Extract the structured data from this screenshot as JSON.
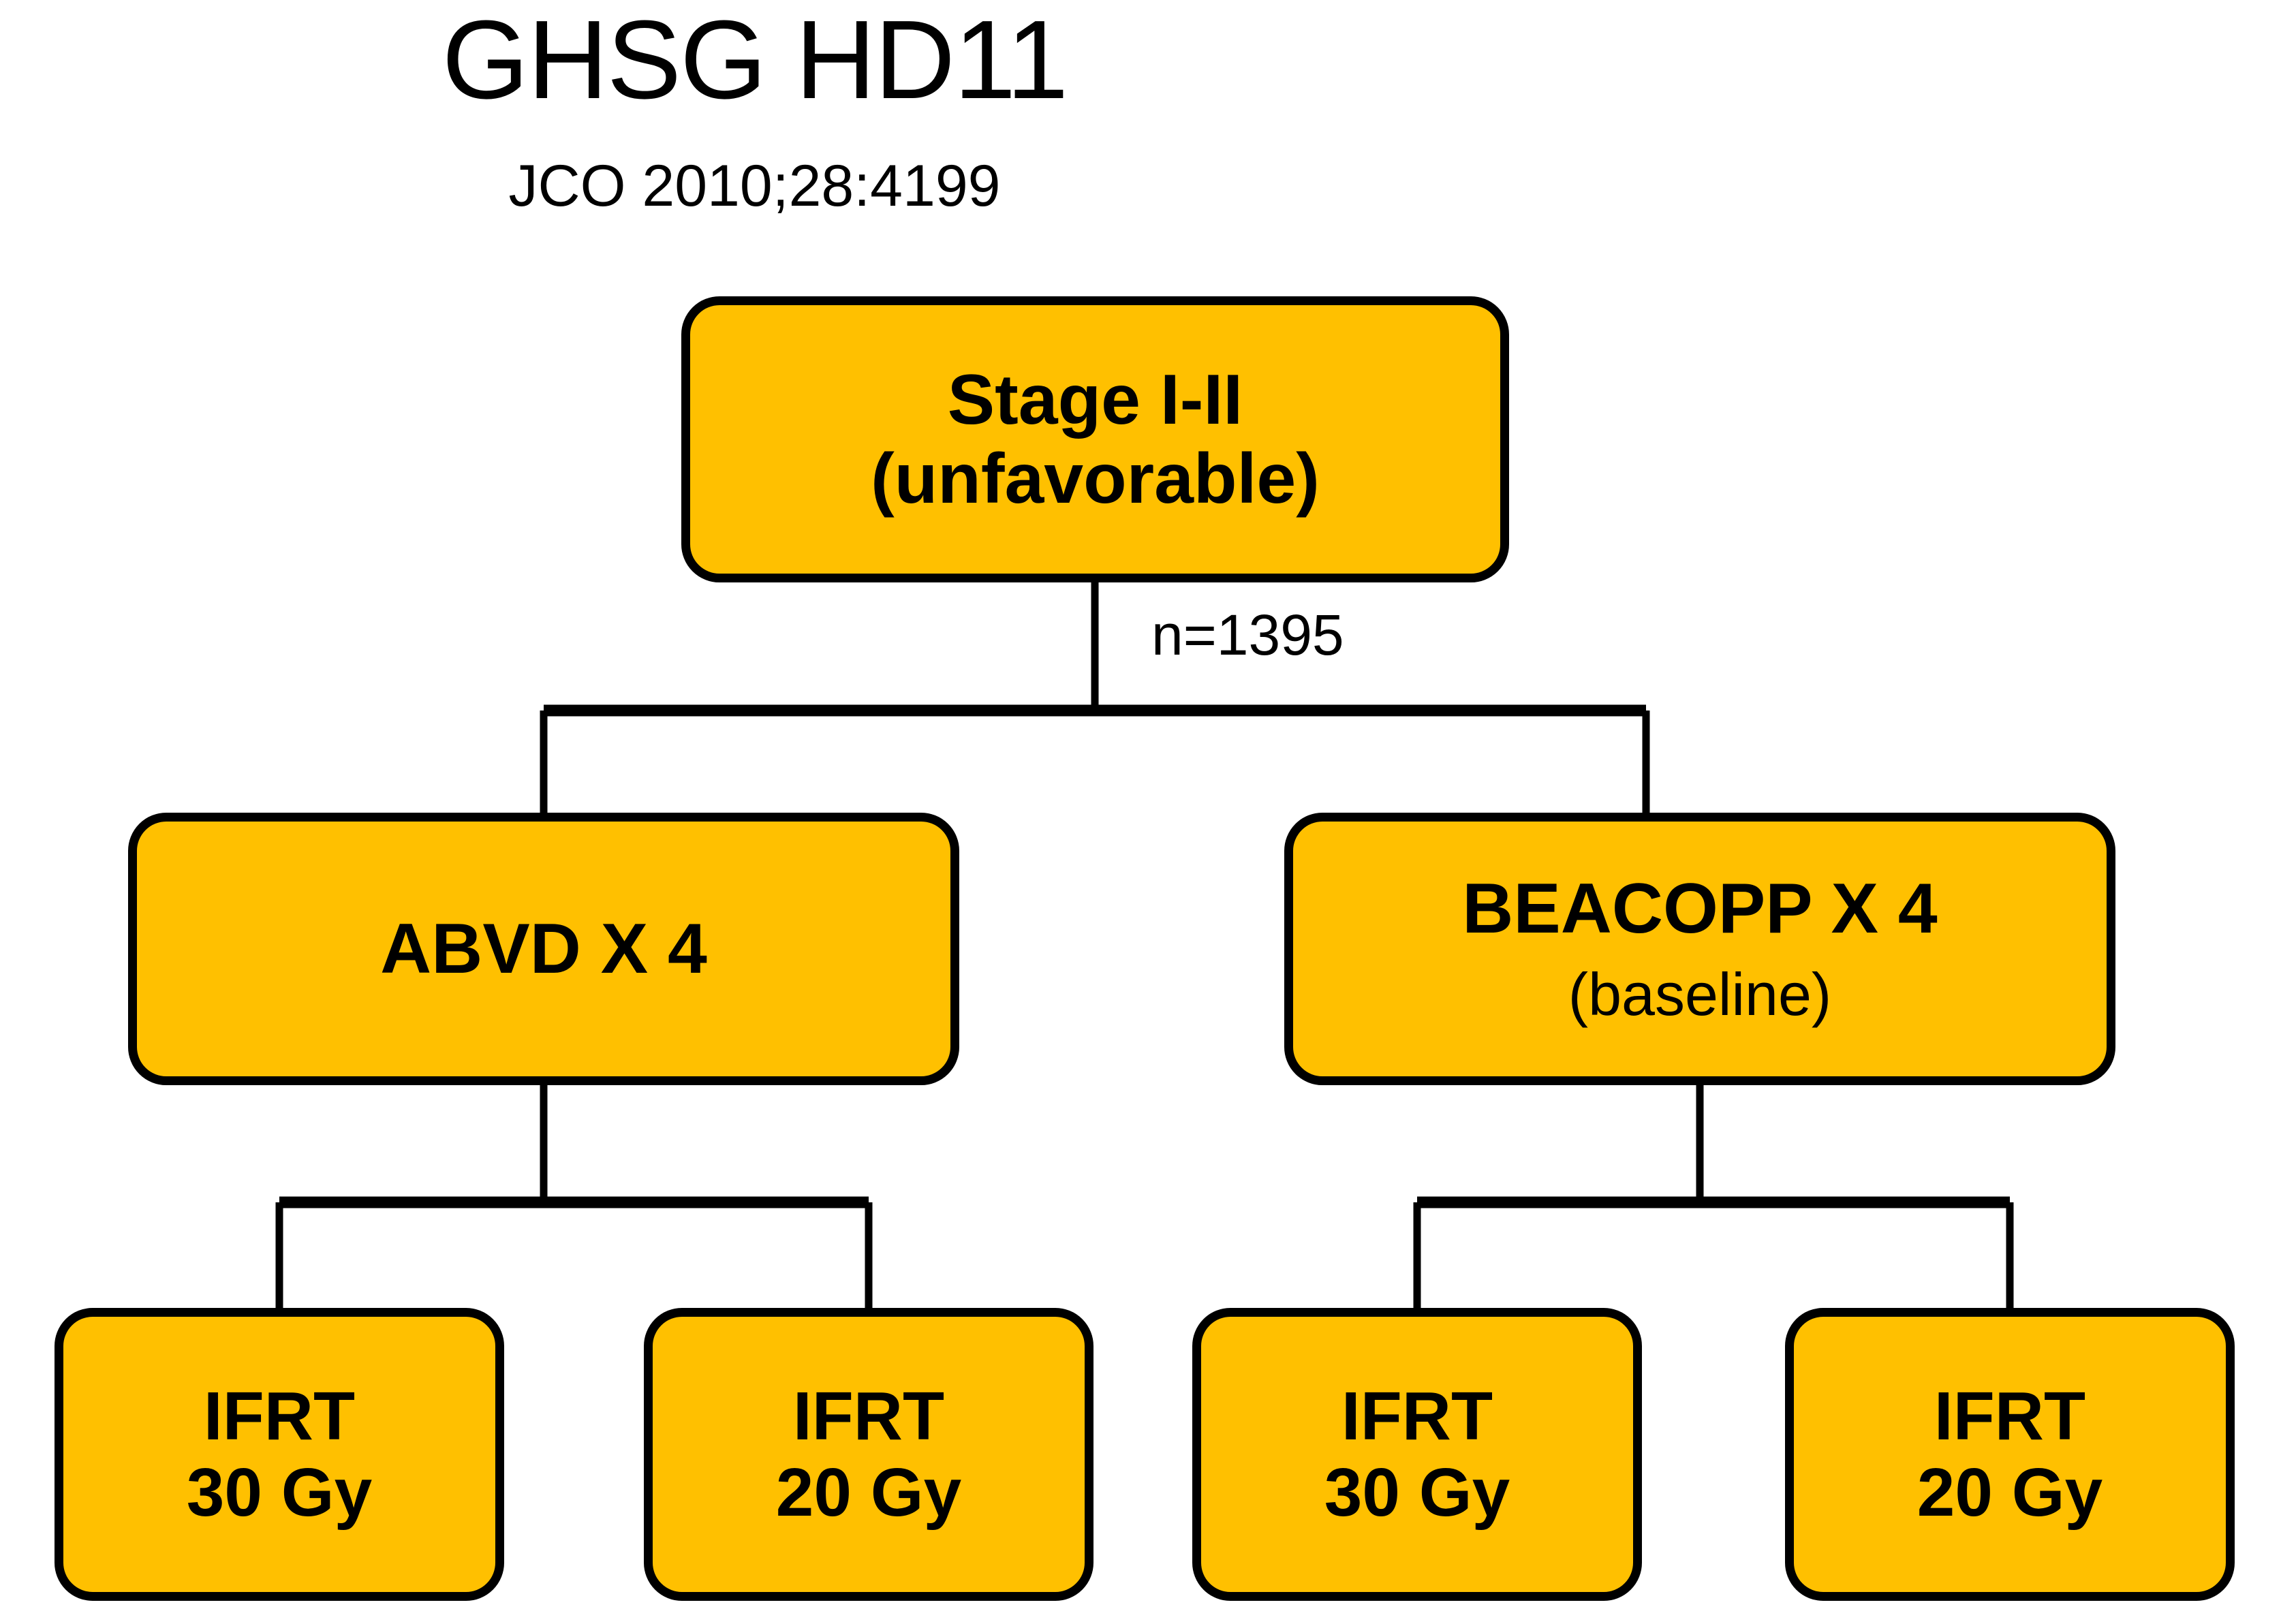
{
  "header": {
    "title": "GHSG HD11",
    "subtitle": "JCO 2010;28:4199"
  },
  "colors": {
    "node_fill": "#FFC000",
    "node_border": "#000000",
    "edge": "#000000",
    "background": "#FFFFFF",
    "text": "#000000"
  },
  "edge_labels": {
    "randomization": "n=1395"
  },
  "nodes": {
    "root": {
      "line1": "Stage I-II",
      "line2": "(unfavorable)"
    },
    "arm_left": {
      "line1": "ABVD X 4"
    },
    "arm_right": {
      "line1": "BEACOPP X 4",
      "line2": "(baseline)"
    },
    "leaf_1": {
      "line1": "IFRT",
      "line2": "30 Gy"
    },
    "leaf_2": {
      "line1": "IFRT",
      "line2": "20 Gy"
    },
    "leaf_3": {
      "line1": "IFRT",
      "line2": "30 Gy"
    },
    "leaf_4": {
      "line1": "IFRT",
      "line2": "20 Gy"
    }
  }
}
